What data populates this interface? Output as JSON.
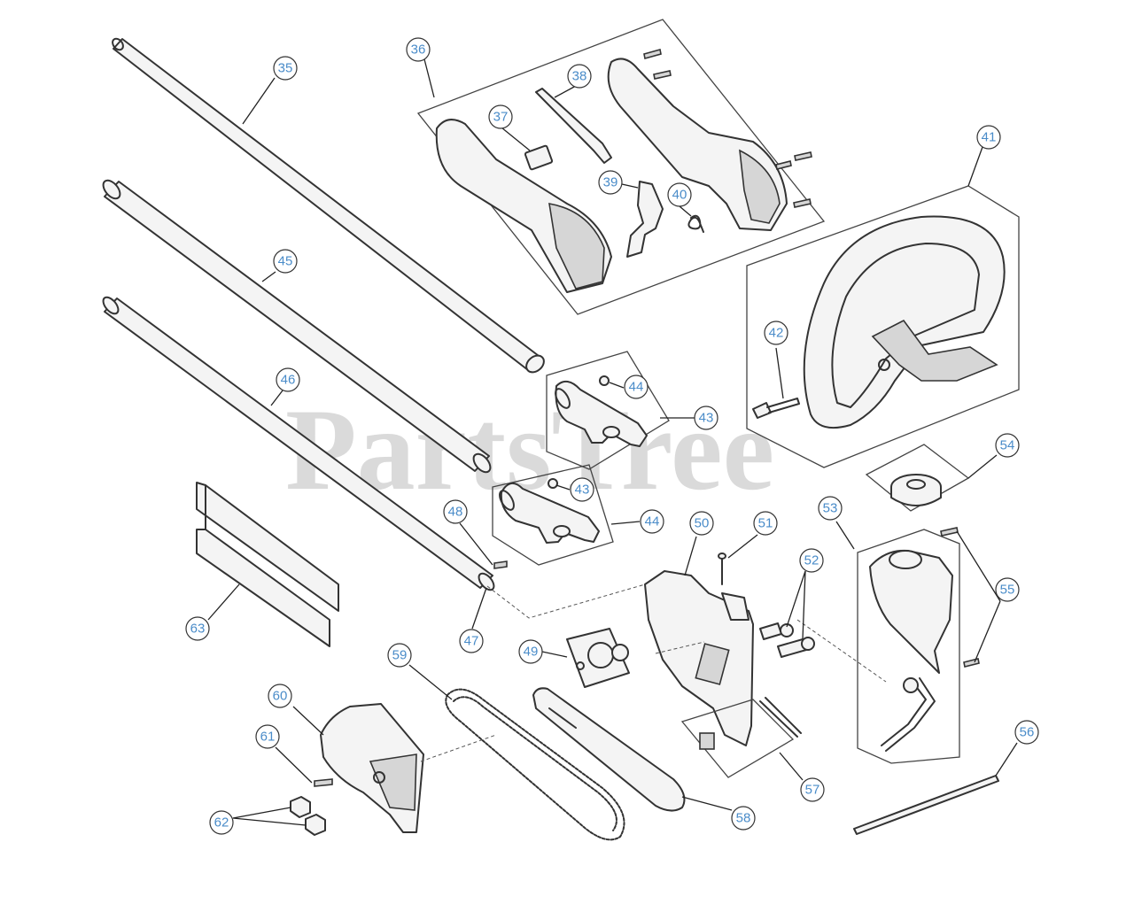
{
  "watermark": "PartsTree",
  "callouts": [
    "35",
    "36",
    "37",
    "38",
    "39",
    "40",
    "41",
    "42",
    "43",
    "44",
    "44",
    "43",
    "45",
    "46",
    "47",
    "48",
    "49",
    "50",
    "51",
    "52",
    "53",
    "54",
    "55",
    "56",
    "57",
    "58",
    "59",
    "60",
    "61",
    "62",
    "63"
  ],
  "colors": {
    "callout_text": "#4a8cc9",
    "line": "#333333",
    "watermark": "#bdbdbd"
  }
}
